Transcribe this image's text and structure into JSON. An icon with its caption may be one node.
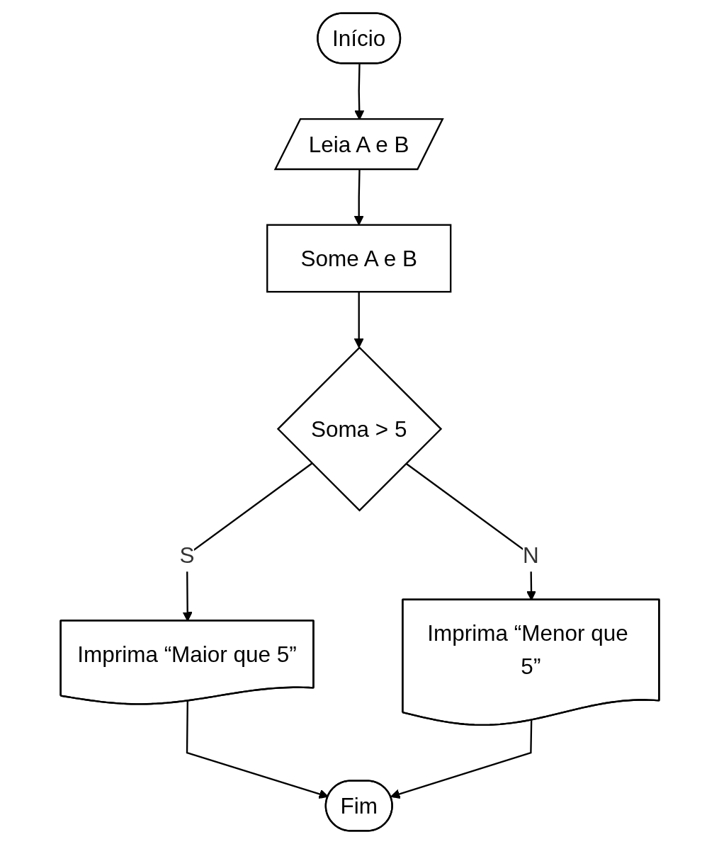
{
  "diagram": {
    "nodes": [
      {
        "text": [
          "Início"
        ]
      },
      {
        "text": [
          "Leia A e B"
        ]
      },
      {
        "text": [
          "Some A e B"
        ]
      },
      {
        "text": [
          "Soma > 5"
        ]
      },
      {
        "text": [
          "Imprima “Maior que 5”"
        ]
      },
      {
        "text": [
          "Imprima “Menor que 5”"
        ]
      },
      {
        "text": [
          "Fim"
        ]
      }
    ],
    "edges": [
      {
        "from": 0,
        "to": 1,
        "arrow": "to"
      },
      {
        "from": 1,
        "to": 2,
        "arrow": "to"
      },
      {
        "from": 2,
        "to": 3,
        "arrow": "to"
      },
      {
        "from": 3,
        "to": 4,
        "arrow": "to",
        "label": "S"
      },
      {
        "from": 3,
        "to": 5,
        "arrow": "to",
        "label": "N"
      },
      {
        "from": 4,
        "to": 6,
        "arrow": "to"
      },
      {
        "from": 5,
        "to": 6,
        "arrow": "to"
      }
    ]
  }
}
